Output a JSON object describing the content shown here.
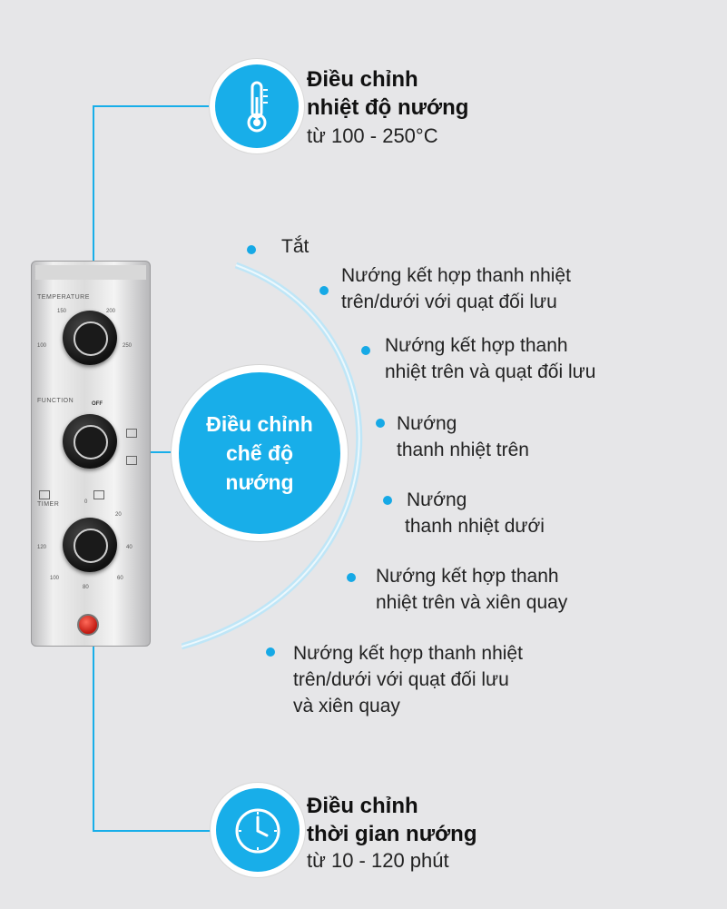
{
  "temperature": {
    "title_line1": "Điều chỉnh",
    "title_line2": "nhiệt độ nướng",
    "range": "từ 100 - 250°C",
    "icon": "thermometer-icon"
  },
  "timer": {
    "title_line1": "Điều chỉnh",
    "title_line2": "thời gian nướng",
    "range": "từ 10 - 120 phút",
    "icon": "clock-icon"
  },
  "mode": {
    "title": "Điều chỉnh chế độ nướng",
    "items": [
      {
        "line1": "Tắt",
        "line2": ""
      },
      {
        "line1": "Nướng kết hợp thanh nhiệt",
        "line2": "trên/dưới với quạt đối lưu"
      },
      {
        "line1": "Nướng kết hợp thanh",
        "line2": "nhiệt trên và quạt đối lưu"
      },
      {
        "line1": "Nướng",
        "line2": "thanh nhiệt trên"
      },
      {
        "line1": "Nướng",
        "line2": "thanh nhiệt dưới"
      },
      {
        "line1": "Nướng kết hợp thanh",
        "line2": "nhiệt trên và xiên quay"
      },
      {
        "line1": "Nướng kết hợp thanh nhiệt",
        "line2": "trên/dưới với quạt đối lưu",
        "line3": "và xiên quay"
      }
    ]
  },
  "panel": {
    "temperature_label": "TEMPERATURE",
    "function_label": "FUNCTION",
    "timer_label": "TIMER",
    "temp_marks": [
      "150",
      "200",
      "100",
      "250"
    ],
    "function_off": "OFF",
    "timer_marks": [
      "0",
      "20",
      "40",
      "60",
      "80",
      "100",
      "120"
    ]
  },
  "colors": {
    "accent": "#18aee9",
    "background": "#e6e6e8"
  }
}
